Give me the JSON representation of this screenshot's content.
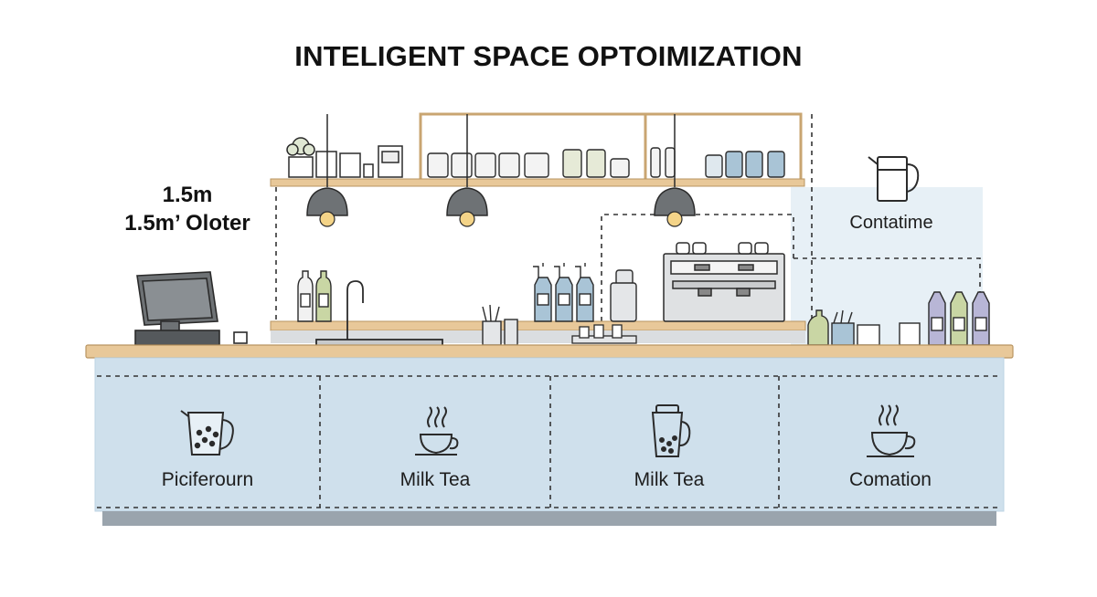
{
  "title": "INTELIGENT SPACE OPTOIMIZATION",
  "dimension": {
    "line1": "1.5m",
    "line2": "1.5m’ Oloter"
  },
  "side_label": "Contatime",
  "zones": [
    {
      "label": "Piciferourn",
      "icon": "teapot-icon"
    },
    {
      "label": "Milk Tea",
      "icon": "steaming-cup-icon"
    },
    {
      "label": "Milk Tea",
      "icon": "boba-cup-icon"
    },
    {
      "label": "Comation",
      "icon": "steaming-cup-icon"
    }
  ],
  "colors": {
    "counter_top": "#e8c899",
    "cabinet": "#cfe0ec",
    "cabinet_edge": "#bcd3e3",
    "plinth": "#9aa4ad",
    "wood": "#d9b989",
    "lamp": "#6e7275",
    "bulb": "#f4d488",
    "outline": "#2b2b2b",
    "glass_blue": "#a9c4d6",
    "sage": "#c9d6a4",
    "lavender": "#b8b6d6"
  }
}
